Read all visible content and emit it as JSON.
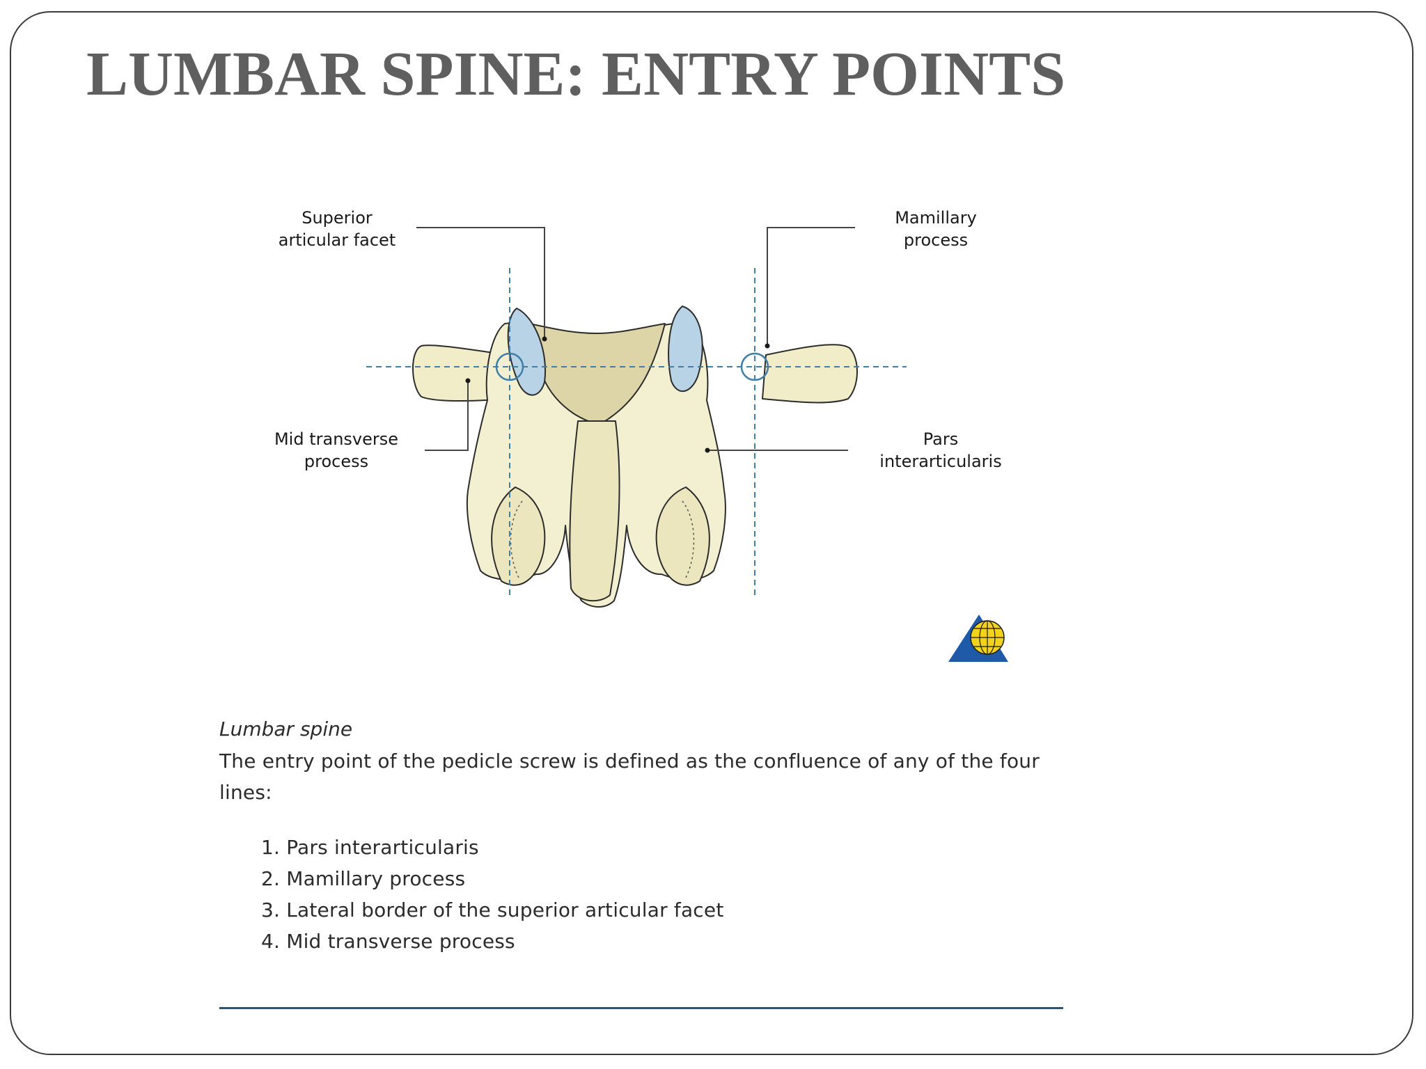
{
  "slide": {
    "title": "LUMBAR SPINE: ENTRY POINTS"
  },
  "diagram": {
    "labels": {
      "superior_facet_line1": "Superior",
      "superior_facet_line2": "articular facet",
      "mamillary_line1": "Mamillary",
      "mamillary_line2": "process",
      "mid_transverse_line1": "Mid transverse",
      "mid_transverse_line2": "process",
      "pars_line1": "Pars",
      "pars_line2": "interarticularis"
    },
    "colors": {
      "bone": "#f0edc8",
      "bone_shade": "#e2dcae",
      "facet": "#b8d3e6",
      "guide_line": "#3f7ea6",
      "logo_blue": "#1e5aa8",
      "logo_yellow": "#f3d21b"
    }
  },
  "caption": {
    "title": "Lumbar spine",
    "body": "The entry point of the pedicle screw is defined as the confluence of any of the four lines:",
    "items": [
      "1. Pars interarticularis",
      "2. Mamillary process",
      "3. Lateral border of the superior articular facet",
      "4. Mid transverse process"
    ]
  }
}
